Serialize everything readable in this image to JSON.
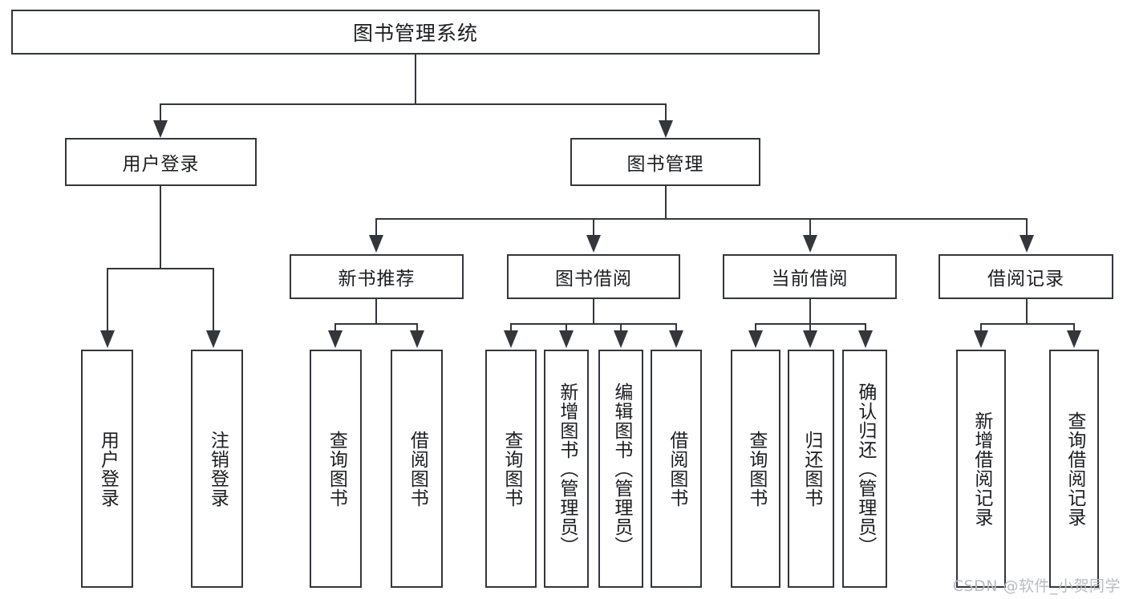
{
  "diagram": {
    "title_box": {
      "label": "图书管理系统"
    },
    "level2": [
      {
        "id": "user-login",
        "label": "用户登录"
      },
      {
        "id": "book-management",
        "label": "图书管理"
      }
    ],
    "level3": [
      {
        "id": "new-book-recommend",
        "label": "新书推荐"
      },
      {
        "id": "book-borrow",
        "label": "图书借阅"
      },
      {
        "id": "current-borrow",
        "label": "当前借阅"
      },
      {
        "id": "borrow-record",
        "label": "借阅记录"
      }
    ],
    "leaves": [
      {
        "id": "leaf-user-login",
        "label": "用户登录"
      },
      {
        "id": "leaf-logout-login",
        "label": "注销登录"
      },
      {
        "id": "leaf-query-book-1",
        "label": "查询图书"
      },
      {
        "id": "leaf-borrow-book-1",
        "label": "借阅图书"
      },
      {
        "id": "leaf-query-book-2",
        "label": "查询图书"
      },
      {
        "id": "leaf-add-book-admin",
        "label": "新增图书（管理员）"
      },
      {
        "id": "leaf-edit-book-admin",
        "label": "编辑图书（管理员）"
      },
      {
        "id": "leaf-borrow-book-2",
        "label": "借阅图书"
      },
      {
        "id": "leaf-query-book-3",
        "label": "查询图书"
      },
      {
        "id": "leaf-return-book",
        "label": "归还图书"
      },
      {
        "id": "leaf-confirm-return-admin",
        "label": "确认归还（管理员）"
      },
      {
        "id": "leaf-add-borrow-record",
        "label": "新增借阅记录"
      },
      {
        "id": "leaf-query-borrow-record",
        "label": "查询借阅记录"
      }
    ]
  },
  "watermark": {
    "text": "CSDN @软件_小贺同学"
  },
  "colors": {
    "stroke": "#33363b",
    "box_fill": "#ffffff",
    "text": "#1c1d20",
    "background": "#ffffff",
    "watermark": "#b9bbbe"
  }
}
